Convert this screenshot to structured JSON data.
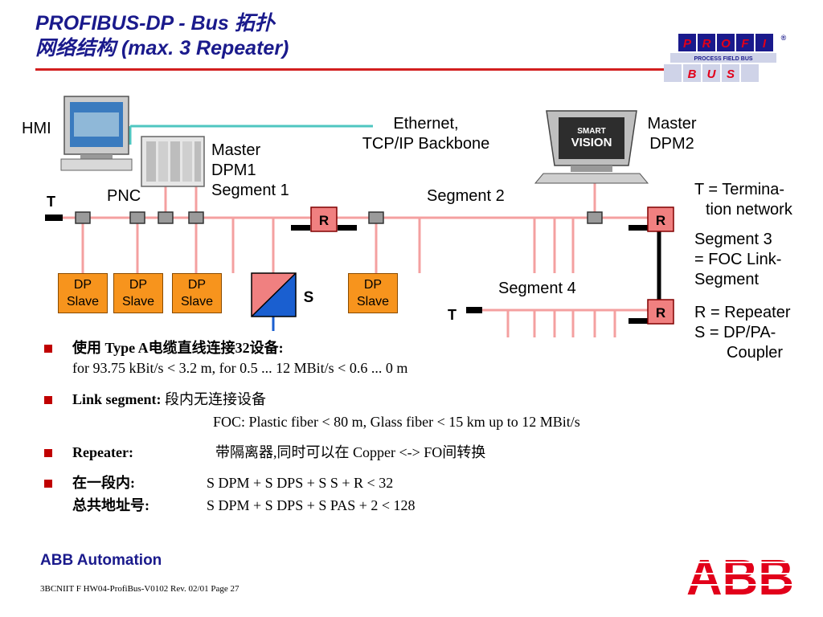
{
  "title": {
    "line1": "PROFIBUS-DP - Bus 拓扑",
    "line2": "网络结构  (max. 3 Repeater)"
  },
  "logo": {
    "letters_top": [
      "P",
      "R",
      "O",
      "F",
      "I"
    ],
    "registered": "®",
    "tagline": "PROCESS FIELD BUS",
    "letters_bottom": [
      "B",
      "U",
      "S"
    ]
  },
  "diagram": {
    "hmi": "HMI",
    "ethernet": [
      "Ethernet,",
      "TCP/IP Backbone"
    ],
    "master1": [
      "Master",
      "DPM1",
      "Segment 1"
    ],
    "master2": [
      "Master",
      "DPM2"
    ],
    "pnc": "PNC",
    "segment2": "Segment 2",
    "segment4": "Segment 4",
    "t_left": "T",
    "t_seg4": "T",
    "repeater_label": "R",
    "coupler_label": "S",
    "slave_line1": "DP",
    "slave_line2": "Slave",
    "screen_text": [
      "SMART",
      "VISION"
    ]
  },
  "legend": {
    "t": [
      "T = Termina-",
      "tion network"
    ],
    "seg3": [
      "Segment 3",
      "= FOC Link-",
      "Segment"
    ],
    "r": "R = Repeater",
    "s": [
      "S = DP/PA-",
      "Coupler"
    ]
  },
  "bullets": [
    {
      "a": "使用 Type A电缆直线连接32设备:",
      "b": "for 93.75 kBit/s < 3.2 m, for 0.5 ... 12 MBit/s < 0.6 ... 0 m"
    },
    {
      "a_bold": "Link segment:",
      "a_rest": " 段内无连接设备",
      "b": "FOC: Plastic fiber < 80 m, Glass fiber < 15 km up to 12 MBit/s"
    },
    {
      "a_bold": "Repeater:",
      "a_rest": "带隔离器,同时可以在  Copper <-> FO间转换"
    },
    {
      "a_bold": "在一段内:",
      "a_rest": "S DPM + S DPS + S S + R < 32",
      "b_bold": "总共地址号:",
      "b_rest": "S DPM + S DPS + S PAS + 2 < 128"
    }
  ],
  "footer": {
    "brand": "ABB Automation",
    "ref": "3BCNIIT F HW04-ProfiBus-V0102  Rev. 02/01 Page 27",
    "logo": "ABB"
  },
  "colors": {
    "title": "#1a1a8c",
    "rule": "#d21f1f",
    "bus": "#f4a0a0",
    "ethernet": "#4fc6c0",
    "slave": "#f7941d",
    "bullet": "#c00000",
    "abb_red": "#e2001a"
  }
}
